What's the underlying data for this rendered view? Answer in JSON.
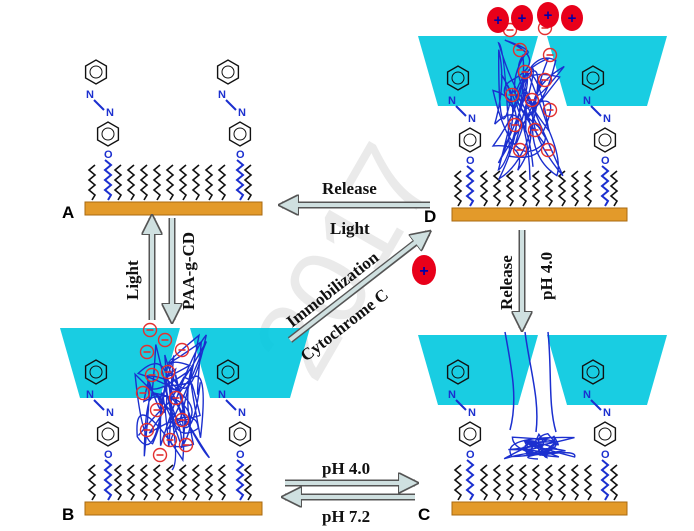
{
  "panels": {
    "a": "A",
    "b": "B",
    "c": "C",
    "d": "D"
  },
  "arrows": {
    "release_light_top": "Release",
    "release_light_bottom": "Light",
    "light": "Light",
    "paa": "PAA-g-CD",
    "immobilization": "Immobilization",
    "cytochrome": "Cytochrome C",
    "release_right": "Release",
    "ph_right": "pH 4.0",
    "ph_top": "pH 4.0",
    "ph_bottom": "pH 7.2"
  },
  "watermark": "2017",
  "colors": {
    "substrate": "#e39a2a",
    "cyclodextrin": "#00c8df",
    "polymer": "#1b2fcf",
    "charge": "#e33030",
    "cation": "#e8001a",
    "arrow": "#cfe0e0"
  }
}
